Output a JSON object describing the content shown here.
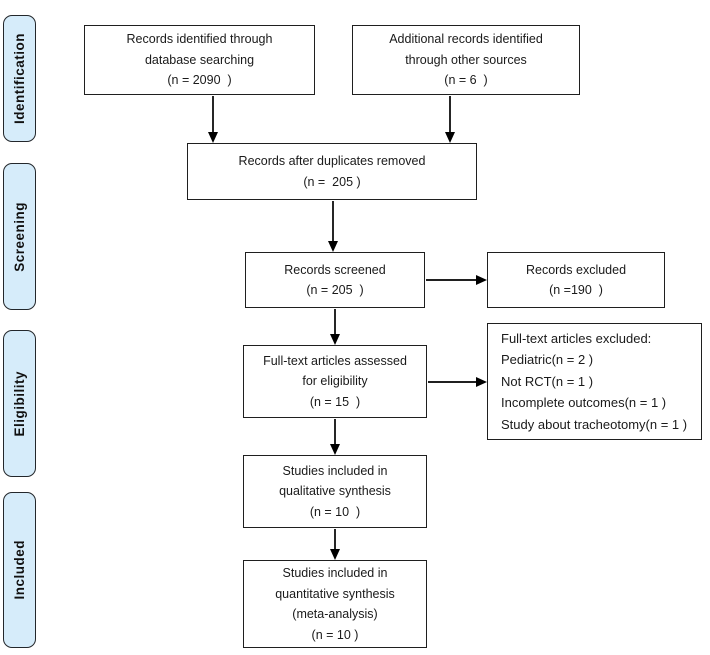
{
  "colors": {
    "stage_fill": "#d6ecfa",
    "stage_border": "#23272b",
    "box_border": "#1f1f1f",
    "text": "#1a1a1a",
    "arrow": "#000000"
  },
  "stages": [
    {
      "label": "Identification"
    },
    {
      "label": "Screening"
    },
    {
      "label": "Eligibility"
    },
    {
      "label": "Included"
    }
  ],
  "boxes": {
    "identified": {
      "lines": [
        "Records identified through",
        "database searching",
        "(n = 2090  )"
      ]
    },
    "additional": {
      "lines": [
        "Additional records identified",
        "through other sources",
        "(n = 6  )"
      ]
    },
    "duplicates_removed": {
      "lines": [
        "Records after duplicates removed",
        "(n =  205 )"
      ]
    },
    "screened": {
      "lines": [
        "Records screened",
        "(n = 205  )"
      ]
    },
    "records_excluded": {
      "lines": [
        "Records excluded",
        "(n =190  )"
      ]
    },
    "fulltext_assessed": {
      "lines": [
        "Full-text articles assessed",
        "for eligibility",
        "(n = 15  )"
      ]
    },
    "fulltext_excluded": {
      "lines": [
        "Full-text articles excluded:",
        "Pediatric(n = 2 )",
        "Not RCT(n = 1 )",
        "Incomplete outcomes(n = 1 )",
        "Study about tracheotomy(n = 1 )"
      ]
    },
    "qualitative": {
      "lines": [
        "Studies included in",
        "qualitative synthesis",
        "(n = 10  )"
      ]
    },
    "quantitative": {
      "lines": [
        "Studies included in",
        "quantitative synthesis",
        "(meta-analysis)",
        "(n = 10 )"
      ]
    }
  }
}
